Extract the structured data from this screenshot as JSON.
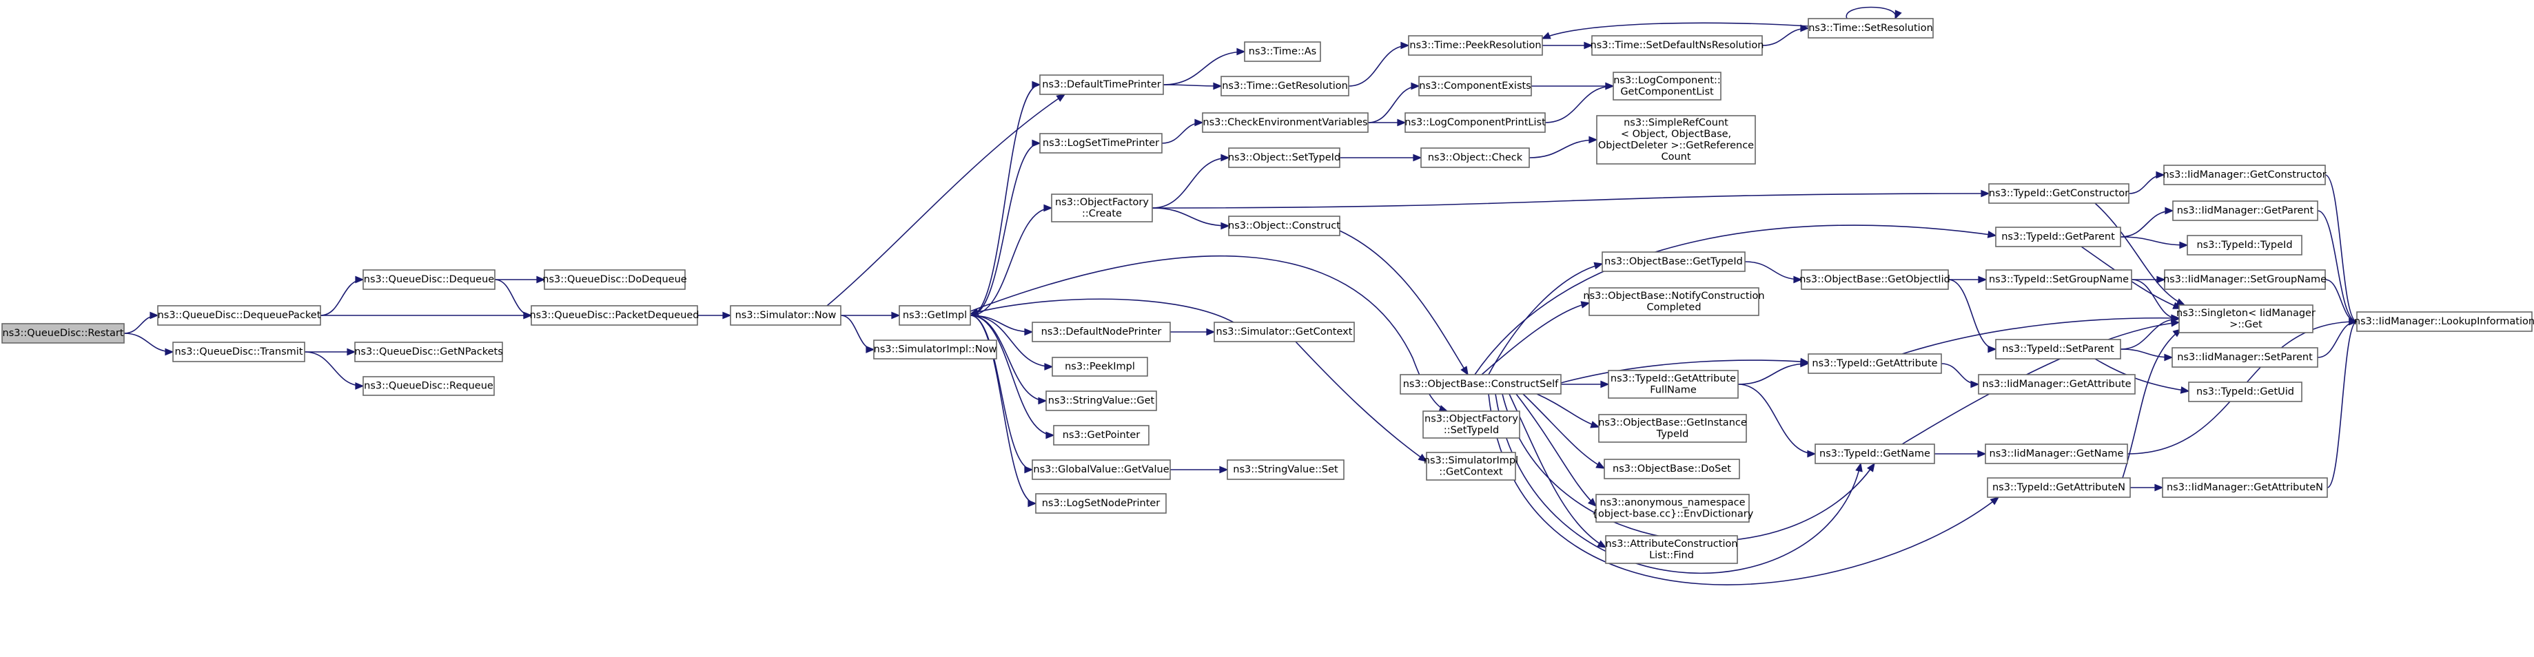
{
  "nodes": [
    {
      "id": "restart",
      "lines": [
        "ns3::QueueDisc::Restart"
      ],
      "root": true
    },
    {
      "id": "dequeuePacket",
      "lines": [
        "ns3::QueueDisc::DequeuePacket"
      ]
    },
    {
      "id": "transmit",
      "lines": [
        "ns3::QueueDisc::Transmit"
      ]
    },
    {
      "id": "dequeue",
      "lines": [
        "ns3::QueueDisc::Dequeue"
      ]
    },
    {
      "id": "packetDequeued",
      "lines": [
        "ns3::QueueDisc::PacketDequeued"
      ]
    },
    {
      "id": "getNPackets",
      "lines": [
        "ns3::QueueDisc::GetNPackets"
      ]
    },
    {
      "id": "requeue",
      "lines": [
        "ns3::QueueDisc::Requeue"
      ]
    },
    {
      "id": "doDequeue",
      "lines": [
        "ns3::QueueDisc::DoDequeue"
      ]
    },
    {
      "id": "simNow",
      "lines": [
        "ns3::Simulator::Now"
      ]
    },
    {
      "id": "simImplNow",
      "lines": [
        "ns3::SimulatorImpl::Now"
      ]
    },
    {
      "id": "getImpl",
      "lines": [
        "ns3::GetImpl"
      ]
    },
    {
      "id": "defaultTimePrinter",
      "lines": [
        "ns3::DefaultTimePrinter"
      ]
    },
    {
      "id": "logSetTimePrinter",
      "lines": [
        "ns3::LogSetTimePrinter"
      ]
    },
    {
      "id": "objectFactoryCreate",
      "lines": [
        "ns3::ObjectFactory",
        "::Create"
      ]
    },
    {
      "id": "defaultNodePrinter",
      "lines": [
        "ns3::DefaultNodePrinter"
      ]
    },
    {
      "id": "peekImpl",
      "lines": [
        "ns3::PeekImpl"
      ]
    },
    {
      "id": "stringValueGet",
      "lines": [
        "ns3::StringValue::Get"
      ]
    },
    {
      "id": "getPointer",
      "lines": [
        "ns3::GetPointer"
      ]
    },
    {
      "id": "globalValueGetValue",
      "lines": [
        "ns3::GlobalValue::GetValue"
      ]
    },
    {
      "id": "logSetNodePrinter",
      "lines": [
        "ns3::LogSetNodePrinter"
      ]
    },
    {
      "id": "timeAs",
      "lines": [
        "ns3::Time::As"
      ]
    },
    {
      "id": "timeGetResolution",
      "lines": [
        "ns3::Time::GetResolution"
      ]
    },
    {
      "id": "checkEnvVars",
      "lines": [
        "ns3::CheckEnvironmentVariables"
      ]
    },
    {
      "id": "objectSetTypeId",
      "lines": [
        "ns3::Object::SetTypeId"
      ]
    },
    {
      "id": "objectConstruct",
      "lines": [
        "ns3::Object::Construct"
      ]
    },
    {
      "id": "simGetContext",
      "lines": [
        "ns3::Simulator::GetContext"
      ]
    },
    {
      "id": "stringValueSet",
      "lines": [
        "ns3::StringValue::Set"
      ]
    },
    {
      "id": "objectFactorySetTypeId",
      "lines": [
        "ns3::ObjectFactory",
        "::SetTypeId"
      ]
    },
    {
      "id": "simImplGetContext",
      "lines": [
        "ns3::SimulatorImpl",
        "::GetContext"
      ]
    },
    {
      "id": "constructSelf",
      "lines": [
        "ns3::ObjectBase::ConstructSelf"
      ]
    },
    {
      "id": "timePeekResolution",
      "lines": [
        "ns3::Time::PeekResolution"
      ]
    },
    {
      "id": "timeSetDefaultNsRes",
      "lines": [
        "ns3::Time::SetDefaultNsResolution"
      ]
    },
    {
      "id": "timeSetResolution",
      "lines": [
        "ns3::Time::SetResolution"
      ]
    },
    {
      "id": "componentExists",
      "lines": [
        "ns3::ComponentExists"
      ]
    },
    {
      "id": "logComponentPrintList",
      "lines": [
        "ns3::LogComponentPrintList"
      ]
    },
    {
      "id": "logComponentGetList",
      "lines": [
        "ns3::LogComponent::",
        "GetComponentList"
      ]
    },
    {
      "id": "objectCheck",
      "lines": [
        "ns3::Object::Check"
      ]
    },
    {
      "id": "simpleRefCount",
      "lines": [
        "ns3::SimpleRefCount",
        "< Object, ObjectBase,",
        "ObjectDeleter >::GetReference",
        "Count"
      ]
    },
    {
      "id": "obGetTypeId",
      "lines": [
        "ns3::ObjectBase::GetTypeId"
      ]
    },
    {
      "id": "obNotifyConstruction",
      "lines": [
        "ns3::ObjectBase::NotifyConstruction",
        "Completed"
      ]
    },
    {
      "id": "typeIdGetAttrFullName",
      "lines": [
        "ns3::TypeId::GetAttribute",
        "FullName"
      ]
    },
    {
      "id": "obGetInstanceTypeId",
      "lines": [
        "ns3::ObjectBase::GetInstance",
        "TypeId"
      ]
    },
    {
      "id": "obDoSet",
      "lines": [
        "ns3::ObjectBase::DoSet"
      ]
    },
    {
      "id": "envDictionary",
      "lines": [
        "ns3::anonymous_namespace",
        "{object-base.cc}::EnvDictionary"
      ]
    },
    {
      "id": "attrConstructionListFind",
      "lines": [
        "ns3::AttributeConstruction",
        "List::Find"
      ]
    },
    {
      "id": "obGetObjectIid",
      "lines": [
        "ns3::ObjectBase::GetObjectIid"
      ]
    },
    {
      "id": "typeIdGetAttribute",
      "lines": [
        "ns3::TypeId::GetAttribute"
      ]
    },
    {
      "id": "typeIdGetName",
      "lines": [
        "ns3::TypeId::GetName"
      ]
    },
    {
      "id": "typeIdGetConstructor",
      "lines": [
        "ns3::TypeId::GetConstructor"
      ]
    },
    {
      "id": "typeIdGetParent",
      "lines": [
        "ns3::TypeId::GetParent"
      ]
    },
    {
      "id": "typeIdSetGroupName",
      "lines": [
        "ns3::TypeId::SetGroupName"
      ]
    },
    {
      "id": "typeIdSetParent",
      "lines": [
        "ns3::TypeId::SetParent"
      ]
    },
    {
      "id": "iidGetAttribute",
      "lines": [
        "ns3::IidManager::GetAttribute"
      ]
    },
    {
      "id": "iidGetName",
      "lines": [
        "ns3::IidManager::GetName"
      ]
    },
    {
      "id": "typeIdGetAttributeN",
      "lines": [
        "ns3::TypeId::GetAttributeN"
      ]
    },
    {
      "id": "iidGetConstructor",
      "lines": [
        "ns3::IidManager::GetConstructor"
      ]
    },
    {
      "id": "iidGetParent",
      "lines": [
        "ns3::IidManager::GetParent"
      ]
    },
    {
      "id": "typeIdTypeId",
      "lines": [
        "ns3::TypeId::TypeId"
      ]
    },
    {
      "id": "iidSetGroupName",
      "lines": [
        "ns3::IidManager::SetGroupName"
      ]
    },
    {
      "id": "singletonGet",
      "lines": [
        "ns3::Singleton< IidManager",
        ">::Get"
      ]
    },
    {
      "id": "iidSetParent",
      "lines": [
        "ns3::IidManager::SetParent"
      ]
    },
    {
      "id": "typeIdGetUid",
      "lines": [
        "ns3::TypeId::GetUid"
      ]
    },
    {
      "id": "iidGetAttributeN",
      "lines": [
        "ns3::IidManager::GetAttributeN"
      ]
    },
    {
      "id": "iidLookupInformation",
      "lines": [
        "ns3::IidManager::LookupInformation"
      ]
    }
  ]
}
